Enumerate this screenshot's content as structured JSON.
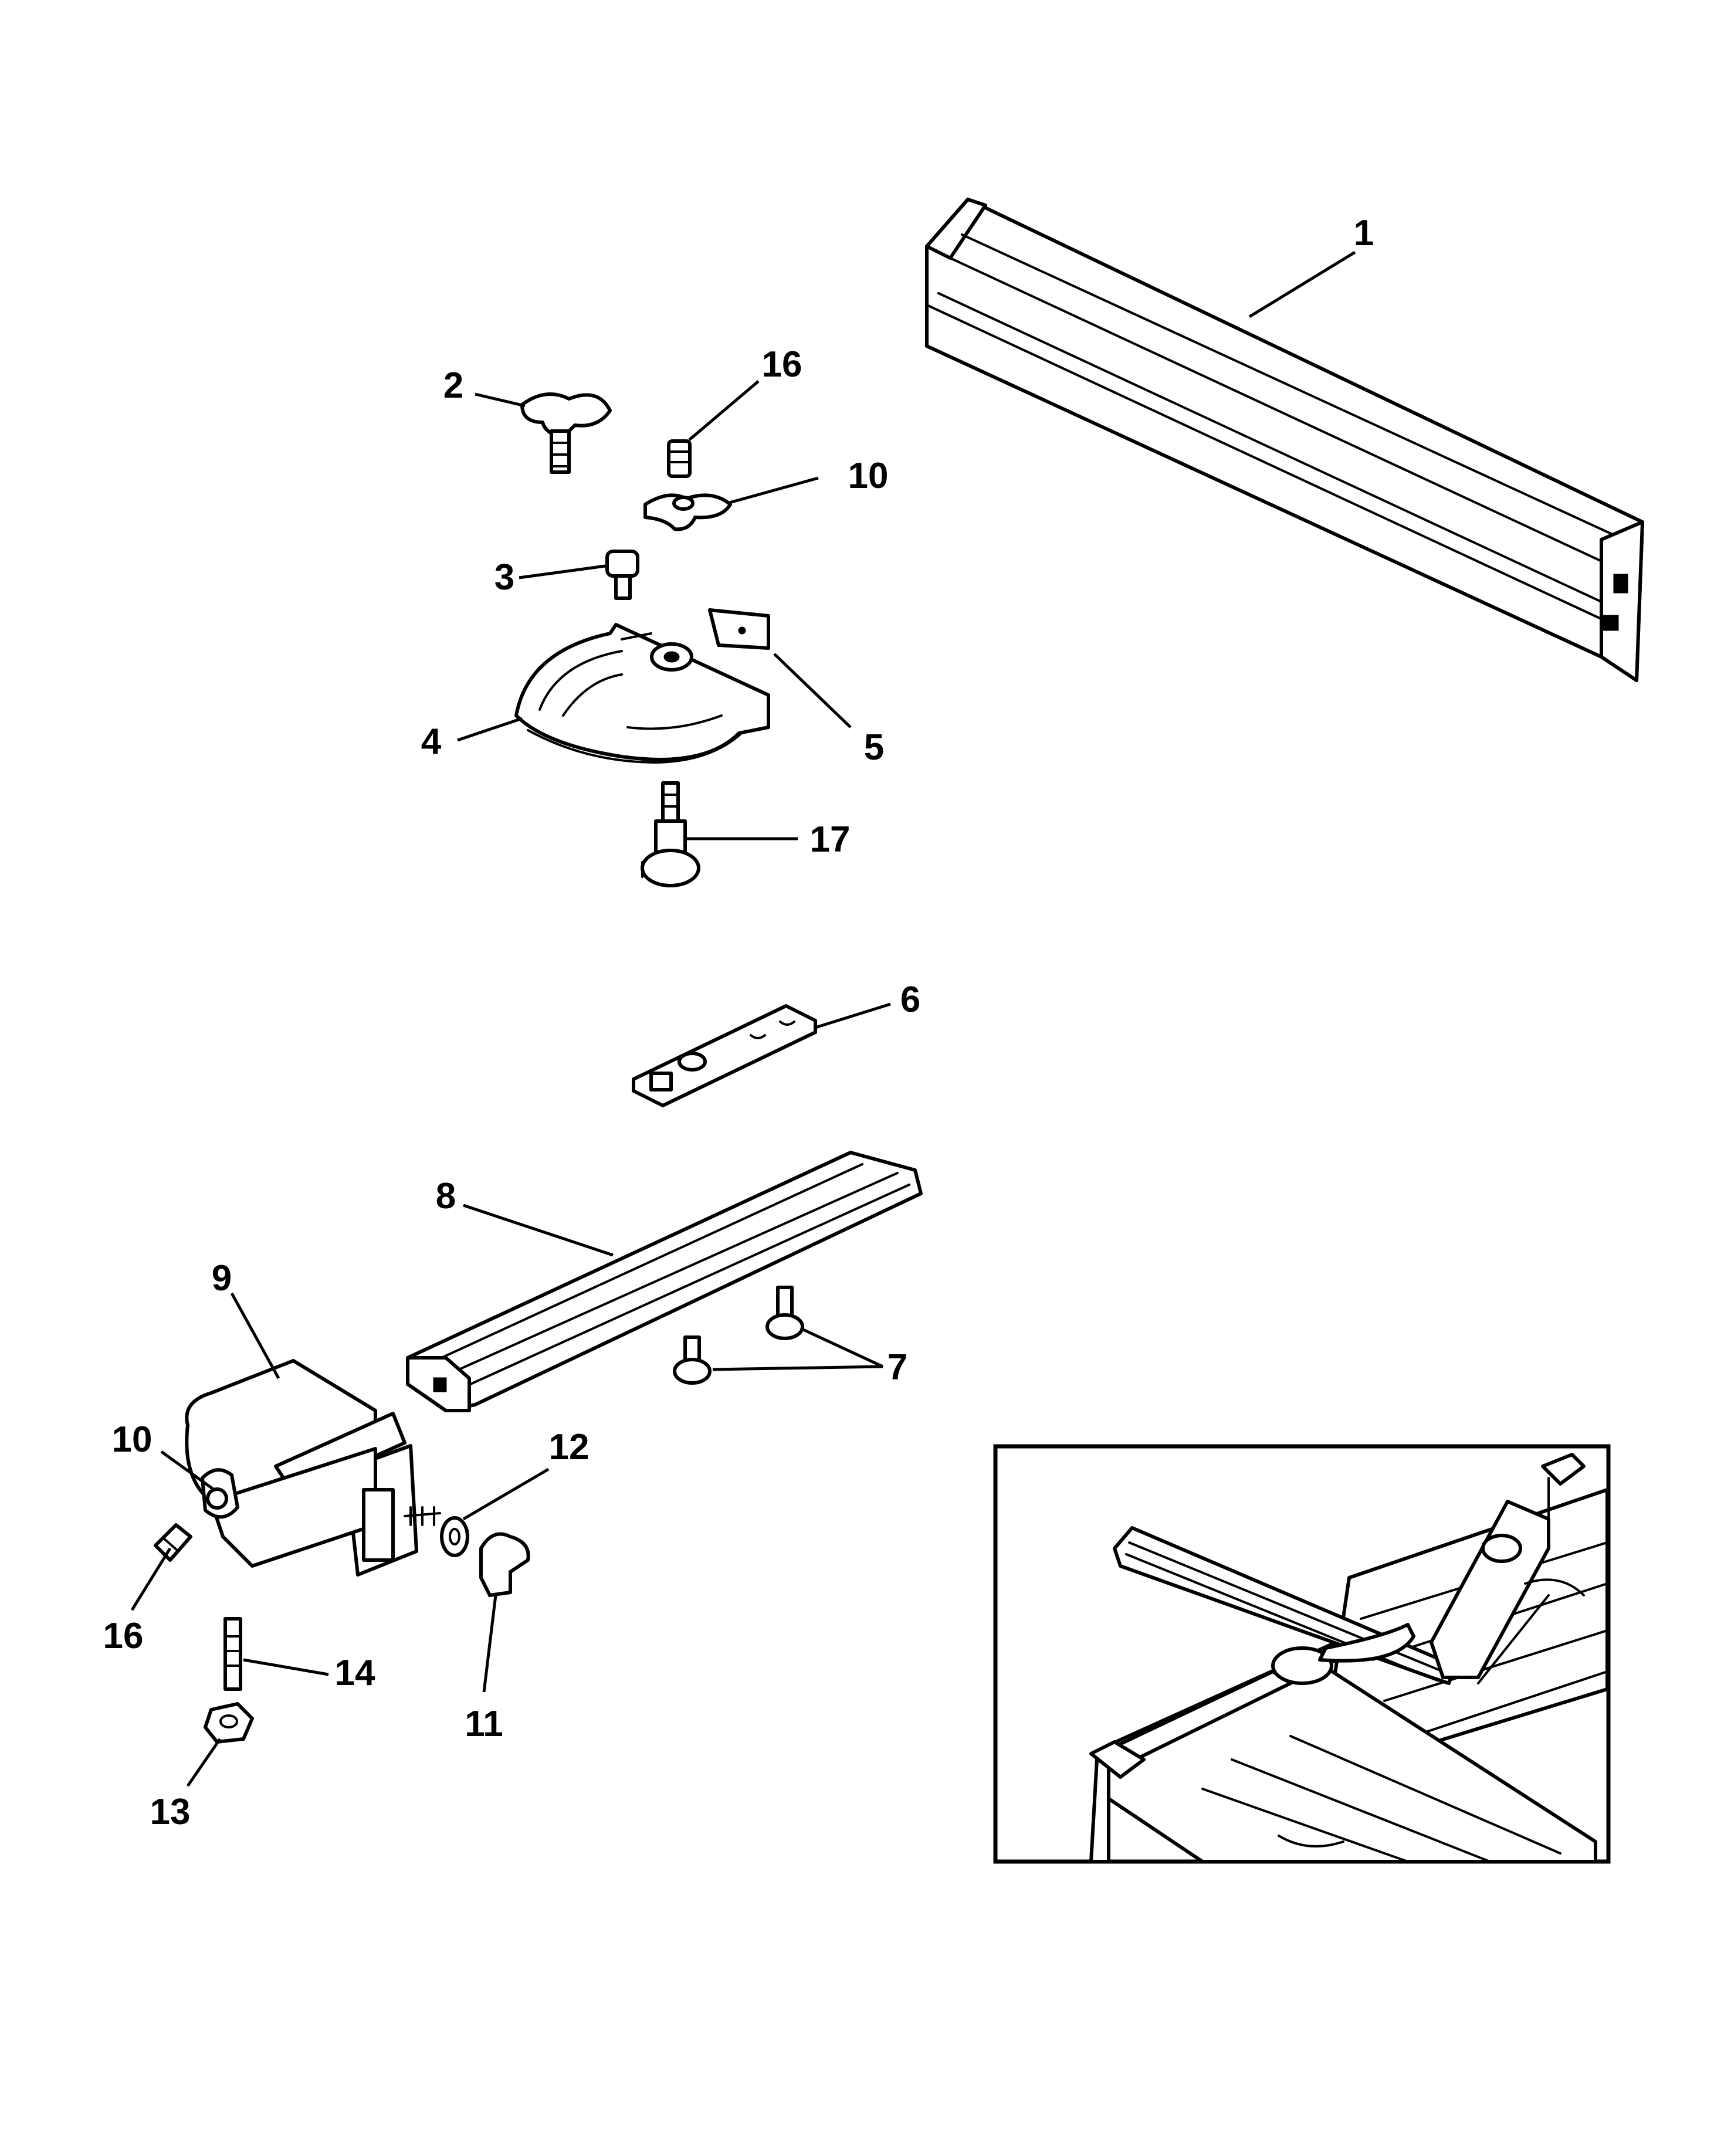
{
  "callouts": [
    {
      "id": "1",
      "text": "1"
    },
    {
      "id": "2",
      "text": "2"
    },
    {
      "id": "16a",
      "text": "16"
    },
    {
      "id": "10a",
      "text": "10"
    },
    {
      "id": "3",
      "text": "3"
    },
    {
      "id": "4",
      "text": "4"
    },
    {
      "id": "5",
      "text": "5"
    },
    {
      "id": "17",
      "text": "17"
    },
    {
      "id": "6",
      "text": "6"
    },
    {
      "id": "8",
      "text": "8"
    },
    {
      "id": "9",
      "text": "9"
    },
    {
      "id": "7",
      "text": "7"
    },
    {
      "id": "10b",
      "text": "10"
    },
    {
      "id": "12",
      "text": "12"
    },
    {
      "id": "16b",
      "text": "16"
    },
    {
      "id": "14",
      "text": "14"
    },
    {
      "id": "11",
      "text": "11"
    },
    {
      "id": "13",
      "text": "13"
    }
  ],
  "colors": {
    "line": "#000000",
    "background": "#ffffff"
  }
}
